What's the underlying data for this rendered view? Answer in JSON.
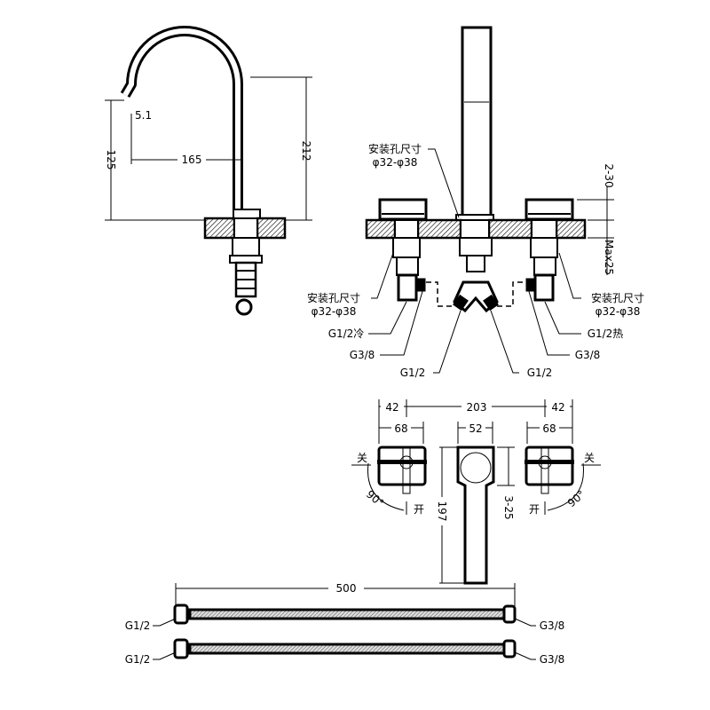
{
  "side_view": {
    "dim_height_outlet": "125",
    "dim_total_height": "212",
    "dim_reach": "165",
    "dim_outlet": "5.1"
  },
  "front_view": {
    "hole_size_label": "安装孔尺寸",
    "hole_size_range": "φ32-φ38",
    "left_hole_label": "安装孔尺寸",
    "left_hole_range": "φ32-φ38",
    "right_hole_label": "安装孔尺寸",
    "right_hole_range": "φ32-φ38",
    "cold_inlet": "G1/2冷",
    "hot_inlet": "G1/2热",
    "left_outlet": "G3/8",
    "right_outlet": "G3/8",
    "tee_left": "G1/2",
    "tee_right": "G1/2",
    "dim_handle": "2-30",
    "dim_deck": "Max25"
  },
  "top_view": {
    "dim_spread": "203",
    "dim_left_offset": "42",
    "dim_right_offset": "42",
    "dim_left_handle": "68",
    "dim_right_handle": "68",
    "dim_spout_width": "52",
    "dim_spout_length": "197",
    "dim_spout_head": "3-25",
    "left_closed": "关",
    "left_open": "开",
    "left_angle": "90°",
    "right_closed": "关",
    "right_open": "开",
    "right_angle": "90°"
  },
  "hoses": {
    "dim_length": "500",
    "hose1_left": "G1/2",
    "hose1_right": "G3/8",
    "hose2_left": "G1/2",
    "hose2_right": "G3/8"
  }
}
